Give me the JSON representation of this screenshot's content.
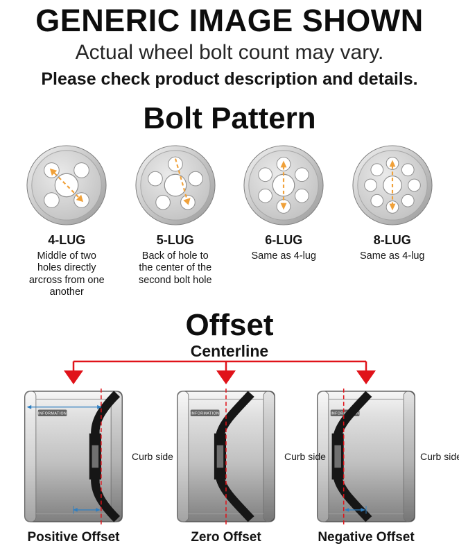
{
  "header": {
    "title": "GENERIC IMAGE SHOWN",
    "subtitle": "Actual wheel bolt count may vary.",
    "note": "Please check product description and details."
  },
  "bolt_pattern": {
    "heading": "Bolt Pattern",
    "lugs": [
      {
        "label": "4-LUG",
        "description": "Middle of two holes directly arcross from one another"
      },
      {
        "label": "5-LUG",
        "description": "Back of hole to the center of the second bolt hole"
      },
      {
        "label": "6-LUG",
        "description": "Same as 4-lug"
      },
      {
        "label": "8-LUG",
        "description": "Same as 4-lug"
      }
    ]
  },
  "offset": {
    "heading": "Offset",
    "centerline_label": "Centerline",
    "curb_side_label": "Curb side",
    "watermark": "INFORMATION",
    "types": [
      {
        "label": "Positive Offset"
      },
      {
        "label": "Zero Offset"
      },
      {
        "label": "Negative Offset"
      }
    ]
  },
  "colors": {
    "accent_red": "#e01219",
    "measure_orange": "#f0a13a",
    "measure_blue": "#2f7fc1",
    "text": "#141414"
  }
}
